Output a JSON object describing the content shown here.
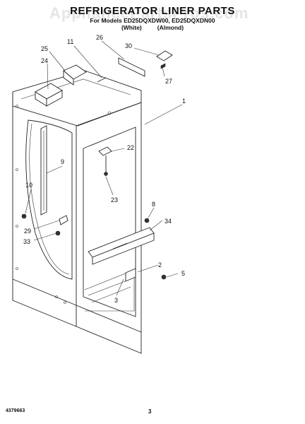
{
  "title": "REFRIGERATOR LINER PARTS",
  "subtitle": {
    "line1": "For Models ED25DQXDW00, ED25DQXDN00",
    "color_white": "(White)",
    "color_almond": "(Almond)"
  },
  "watermark": "AppliancePartsPros.com",
  "footer": {
    "part_number": "4379663",
    "page_number": "3"
  },
  "callouts": {
    "c1": "1",
    "c2": "2",
    "c3": "3",
    "c5": "5",
    "c8": "8",
    "c9": "9",
    "c10": "10",
    "c11": "11",
    "c22": "22",
    "c23": "23",
    "c24": "24",
    "c25": "25",
    "c26": "26",
    "c27": "27",
    "c29": "29",
    "c30": "30",
    "c33": "33",
    "c34": "34"
  }
}
